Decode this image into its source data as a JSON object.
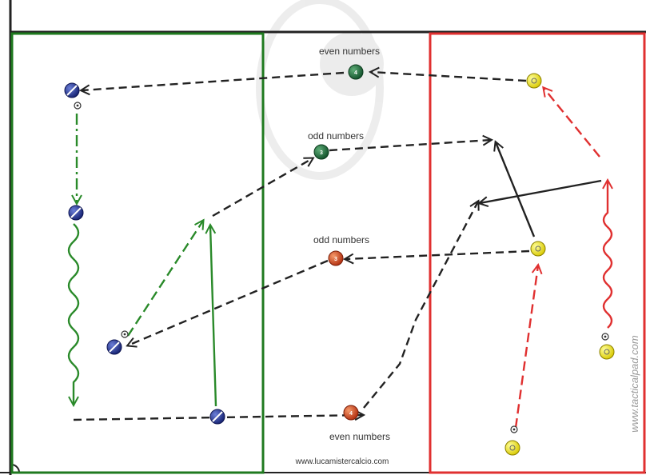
{
  "labels": {
    "even_top": "even numbers",
    "odd_top": "odd numbers",
    "odd_middle": "odd numbers",
    "even_bottom": "even numbers"
  },
  "watermarks": {
    "site_bottom": "www.lucamistercalcio.com",
    "site_side": "www.tacticalpad.com"
  },
  "colors": {
    "green_zone": "#1f7a1f",
    "red_zone": "#e03030",
    "field_line": "#222222",
    "blue_player": "#1f2f8f",
    "yellow_player": "#f2e600",
    "green_cone": "#1e6b3a",
    "orange_cone": "#d8431e"
  },
  "markers": {
    "green_cone_top": "4",
    "green_cone_mid": "3",
    "orange_cone_mid": "3",
    "orange_cone_bottom": "4"
  }
}
